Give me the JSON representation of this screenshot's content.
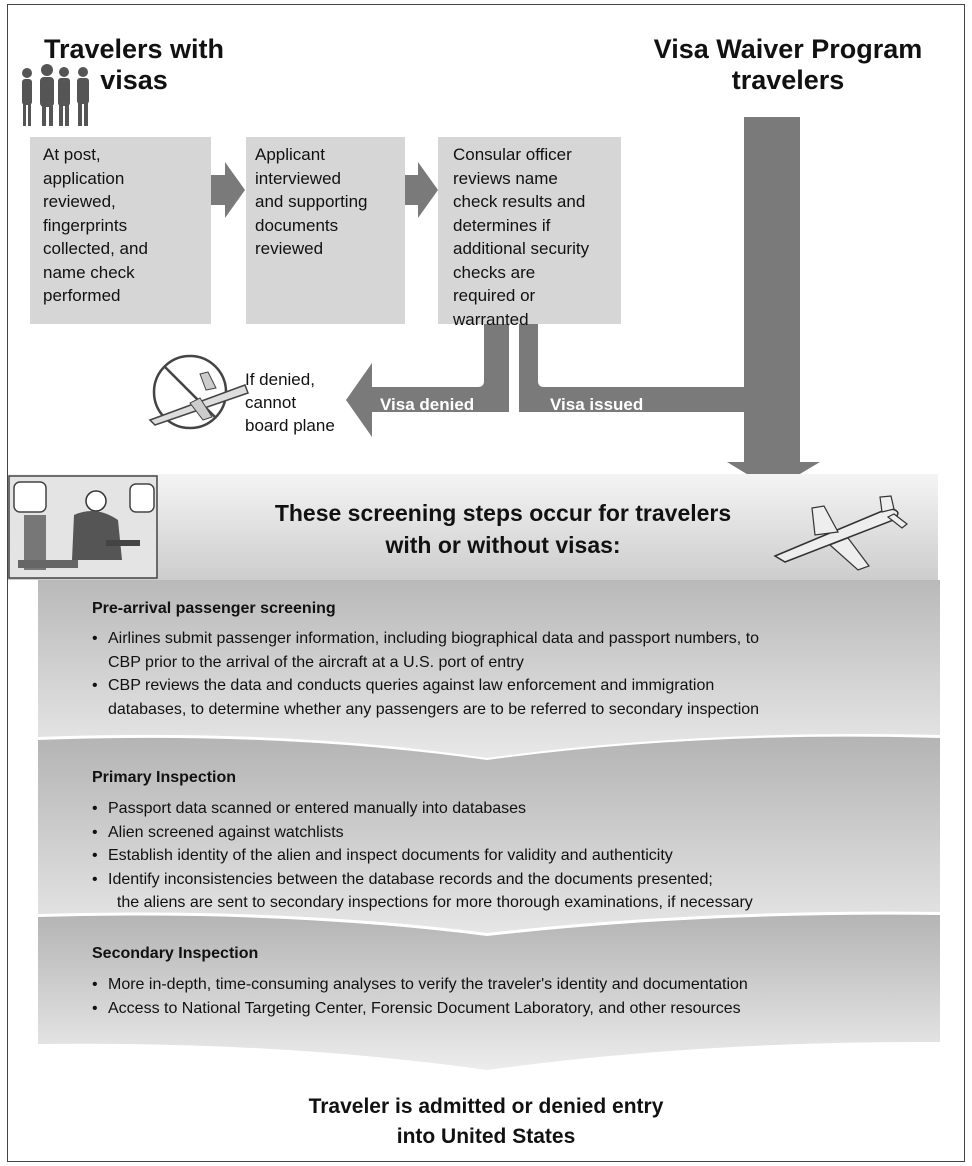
{
  "titles": {
    "visas": "Travelers with\nvisas",
    "vwp": "Visa Waiver Program\ntravelers"
  },
  "steps": [
    {
      "text": "At post,\napplication\nreviewed,\nfingerprints\ncollected, and\nname check\nperformed"
    },
    {
      "text": "Applicant\ninterviewed\nand supporting\ndocuments\nreviewed"
    },
    {
      "text": "Consular officer\nreviews name\ncheck results and\ndetermines if\nadditional security\nchecks are\nrequired or\nwarranted"
    }
  ],
  "arrows": {
    "denied_label": "Visa denied",
    "issued_label": "Visa issued"
  },
  "denied_note": "If denied,\ncannot\nboard plane",
  "band": {
    "title": "These screening steps occur for travelers\nwith or without visas:"
  },
  "sections": [
    {
      "heading": "Pre-arrival passenger screening",
      "bullets": [
        "Airlines submit passenger information, including biographical data and passport numbers, to\nCBP prior to the arrival of the aircraft at a U.S. port of entry",
        "CBP reviews the data and conducts queries against law enforcement and immigration\ndatabases, to determine whether any passengers are to be referred to secondary inspection"
      ]
    },
    {
      "heading": "Primary Inspection",
      "bullets": [
        "Passport data scanned or entered manually into databases",
        "Alien screened against watchlists",
        "Establish identity of the alien and inspect documents for validity and authenticity",
        "Identify inconsistencies between the database records and the documents presented;\n  the aliens are sent to secondary inspections for more thorough examinations, if necessary"
      ]
    },
    {
      "heading": "Secondary Inspection",
      "bullets": [
        "More in-depth, time-consuming analyses to verify the traveler's identity and documentation",
        "Access to National Targeting Center, Forensic Document Laboratory, and other resources"
      ]
    }
  ],
  "final": "Traveler is admitted or denied entry\ninto United States",
  "colors": {
    "arrow": "#7a7a7a",
    "box": "#d6d6d6",
    "band_top": "#f2f2f2",
    "band_bottom": "#c4c4c4"
  }
}
